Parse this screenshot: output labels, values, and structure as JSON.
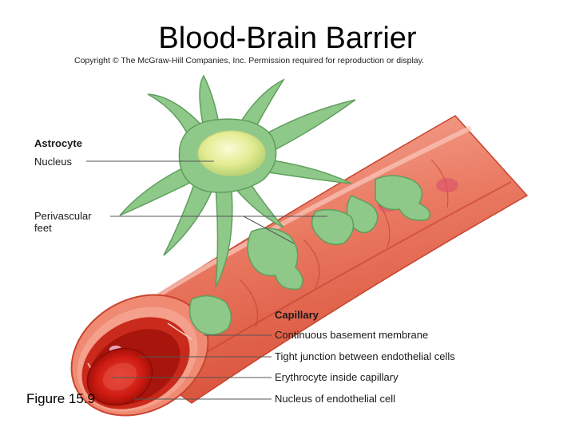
{
  "slide": {
    "title": "Blood-Brain Barrier",
    "copyright": "Copyright © The McGraw-Hill Companies, Inc. Permission required for reproduction or display.",
    "figure_caption": "Figure 15.9"
  },
  "labels": {
    "astrocyte": "Astrocyte",
    "nucleus": "Nucleus",
    "perivascular_line1": "Perivascular",
    "perivascular_line2": "feet",
    "capillary": "Capillary",
    "basement_membrane": "Continuous basement membrane",
    "tight_junction": "Tight junction between endothelial cells",
    "erythrocyte": "Erythrocyte inside capillary",
    "endothelial_nucleus": "Nucleus of endothelial cell"
  },
  "colors": {
    "astrocyte": "#8fc98a",
    "astrocyte_edge": "#5f9e5c",
    "nucleus": "#e6ee9a",
    "capillary_wall": "#e86a50",
    "capillary_inner": "#c92a1c",
    "erythrocyte": "#d31c14",
    "leader_line": "#555555"
  }
}
